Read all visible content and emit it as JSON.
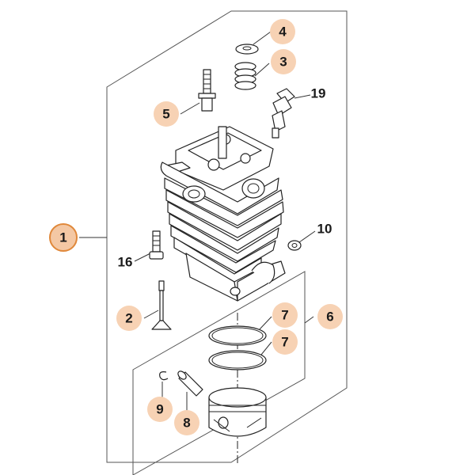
{
  "diagram": {
    "colors": {
      "callout_fill": "#f7d2b4",
      "callout_main_fill": "#f4c8a4",
      "callout_main_stroke": "#e0883a",
      "line": "#222222",
      "frame": "#555555"
    },
    "callouts": [
      {
        "id": "1",
        "label": "1",
        "style": "main"
      },
      {
        "id": "2",
        "label": "2",
        "style": "filled"
      },
      {
        "id": "3",
        "label": "3",
        "style": "filled"
      },
      {
        "id": "4",
        "label": "4",
        "style": "filled"
      },
      {
        "id": "5",
        "label": "5",
        "style": "filled"
      },
      {
        "id": "6",
        "label": "6",
        "style": "filled"
      },
      {
        "id": "7a",
        "label": "7",
        "style": "filled"
      },
      {
        "id": "7b",
        "label": "7",
        "style": "filled"
      },
      {
        "id": "8",
        "label": "8",
        "style": "filled"
      },
      {
        "id": "9",
        "label": "9",
        "style": "filled"
      },
      {
        "id": "10",
        "label": "10",
        "style": "plain"
      },
      {
        "id": "16",
        "label": "16",
        "style": "plain"
      },
      {
        "id": "19",
        "label": "19",
        "style": "plain"
      }
    ]
  }
}
